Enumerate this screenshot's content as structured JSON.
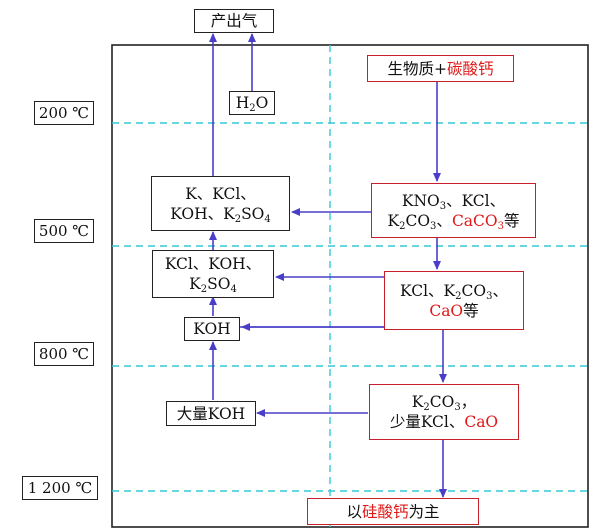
{
  "temperatures": [
    "200 ℃",
    "500 ℃",
    "800 ℃",
    "1 200 ℃"
  ],
  "top_label": "产出气",
  "water": {
    "base": "H",
    "sub": "2",
    "tail": "O"
  },
  "start": {
    "black": "生物质+",
    "red": "碳酸钙"
  },
  "left_boxes": {
    "b1": {
      "line1": "K、KCl、",
      "line2_a": "KOH、K",
      "line2_sub": "2",
      "line2_b": "SO",
      "line2_sub2": "4"
    },
    "b2": {
      "line1": "KCl、KOH、",
      "line2_a": "K",
      "line2_sub": "2",
      "line2_b": "SO",
      "line2_sub2": "4"
    },
    "b3": "KOH",
    "b4": "大量KOH"
  },
  "right_boxes": {
    "r1": {
      "l1_a": "KNO",
      "l1_sub": "3",
      "l1_b": "、KCl、",
      "l2_a": "K",
      "l2_sub": "2",
      "l2_b": "CO",
      "l2_sub2": "3",
      "l2_c": "、",
      "l2_red": "CaCO",
      "l2_red_sub": "3",
      "l2_tail": "等"
    },
    "r2": {
      "l1_a": "KCl、K",
      "l1_sub": "2",
      "l1_b": "CO",
      "l1_sub2": "3",
      "l1_c": "、",
      "l2_red": "CaO",
      "l2_tail": "等"
    },
    "r3": {
      "l1_a": "K",
      "l1_sub": "2",
      "l1_b": "CO",
      "l1_sub2": "3",
      "l1_c": "，",
      "l2_a": "少量KCl、",
      "l2_red": "CaO"
    }
  },
  "end": {
    "black1": "以",
    "red": "硅酸钙",
    "black2": "为主"
  },
  "colors": {
    "arrow": "#4a3ec8",
    "dash": "#35c9d6",
    "red_border": "#c8202a",
    "red_text": "#e01818"
  }
}
